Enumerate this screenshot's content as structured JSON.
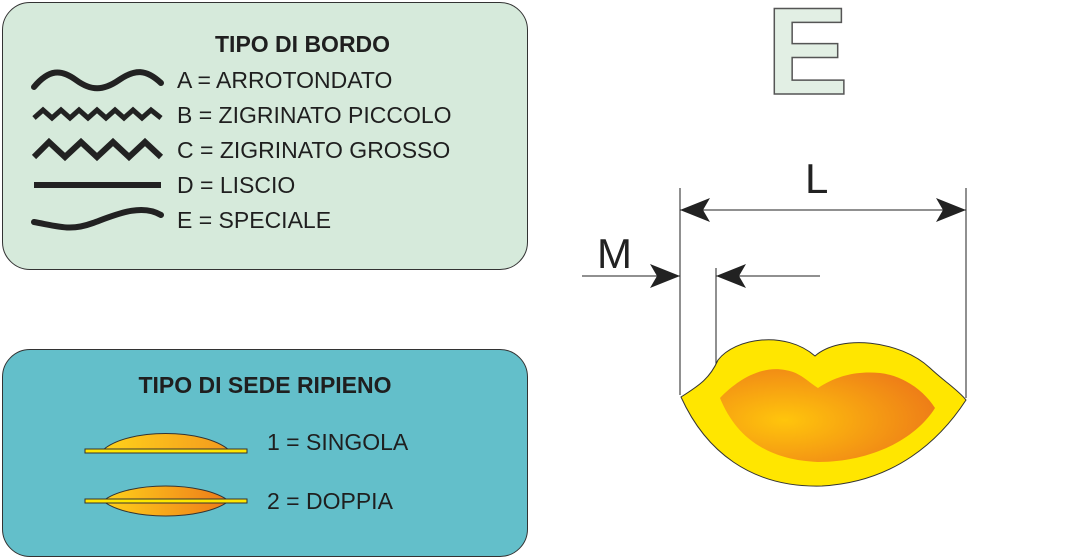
{
  "bordo": {
    "title": "TIPO DI BORDO",
    "items": [
      {
        "label": "A = ARROTONDATO",
        "icon": "wave-smooth-icon"
      },
      {
        "label": "B = ZIGRINATO PICCOLO",
        "icon": "zigzag-small-icon"
      },
      {
        "label": "C = ZIGRINATO GROSSO",
        "icon": "zigzag-large-icon"
      },
      {
        "label": "D = LISCIO",
        "icon": "straight-line-icon"
      },
      {
        "label": "E = SPECIALE",
        "icon": "s-curve-icon"
      }
    ]
  },
  "sede": {
    "title": "TIPO DI SEDE RIPIENO",
    "items": [
      {
        "label": "1 = SINGOLA",
        "icon": "single-seat-icon"
      },
      {
        "label": "2 = DOPPIA",
        "icon": "double-seat-icon"
      }
    ]
  },
  "shape_code": "E",
  "dimensions": {
    "length": "L",
    "margin": "M"
  },
  "colors": {
    "panel_bordo": "#d6eadb",
    "panel_sede": "#63bfca",
    "shape_outer": "#ffe600",
    "shape_inner_start": "#ffc30a",
    "shape_inner_end": "#ef7a1a"
  }
}
